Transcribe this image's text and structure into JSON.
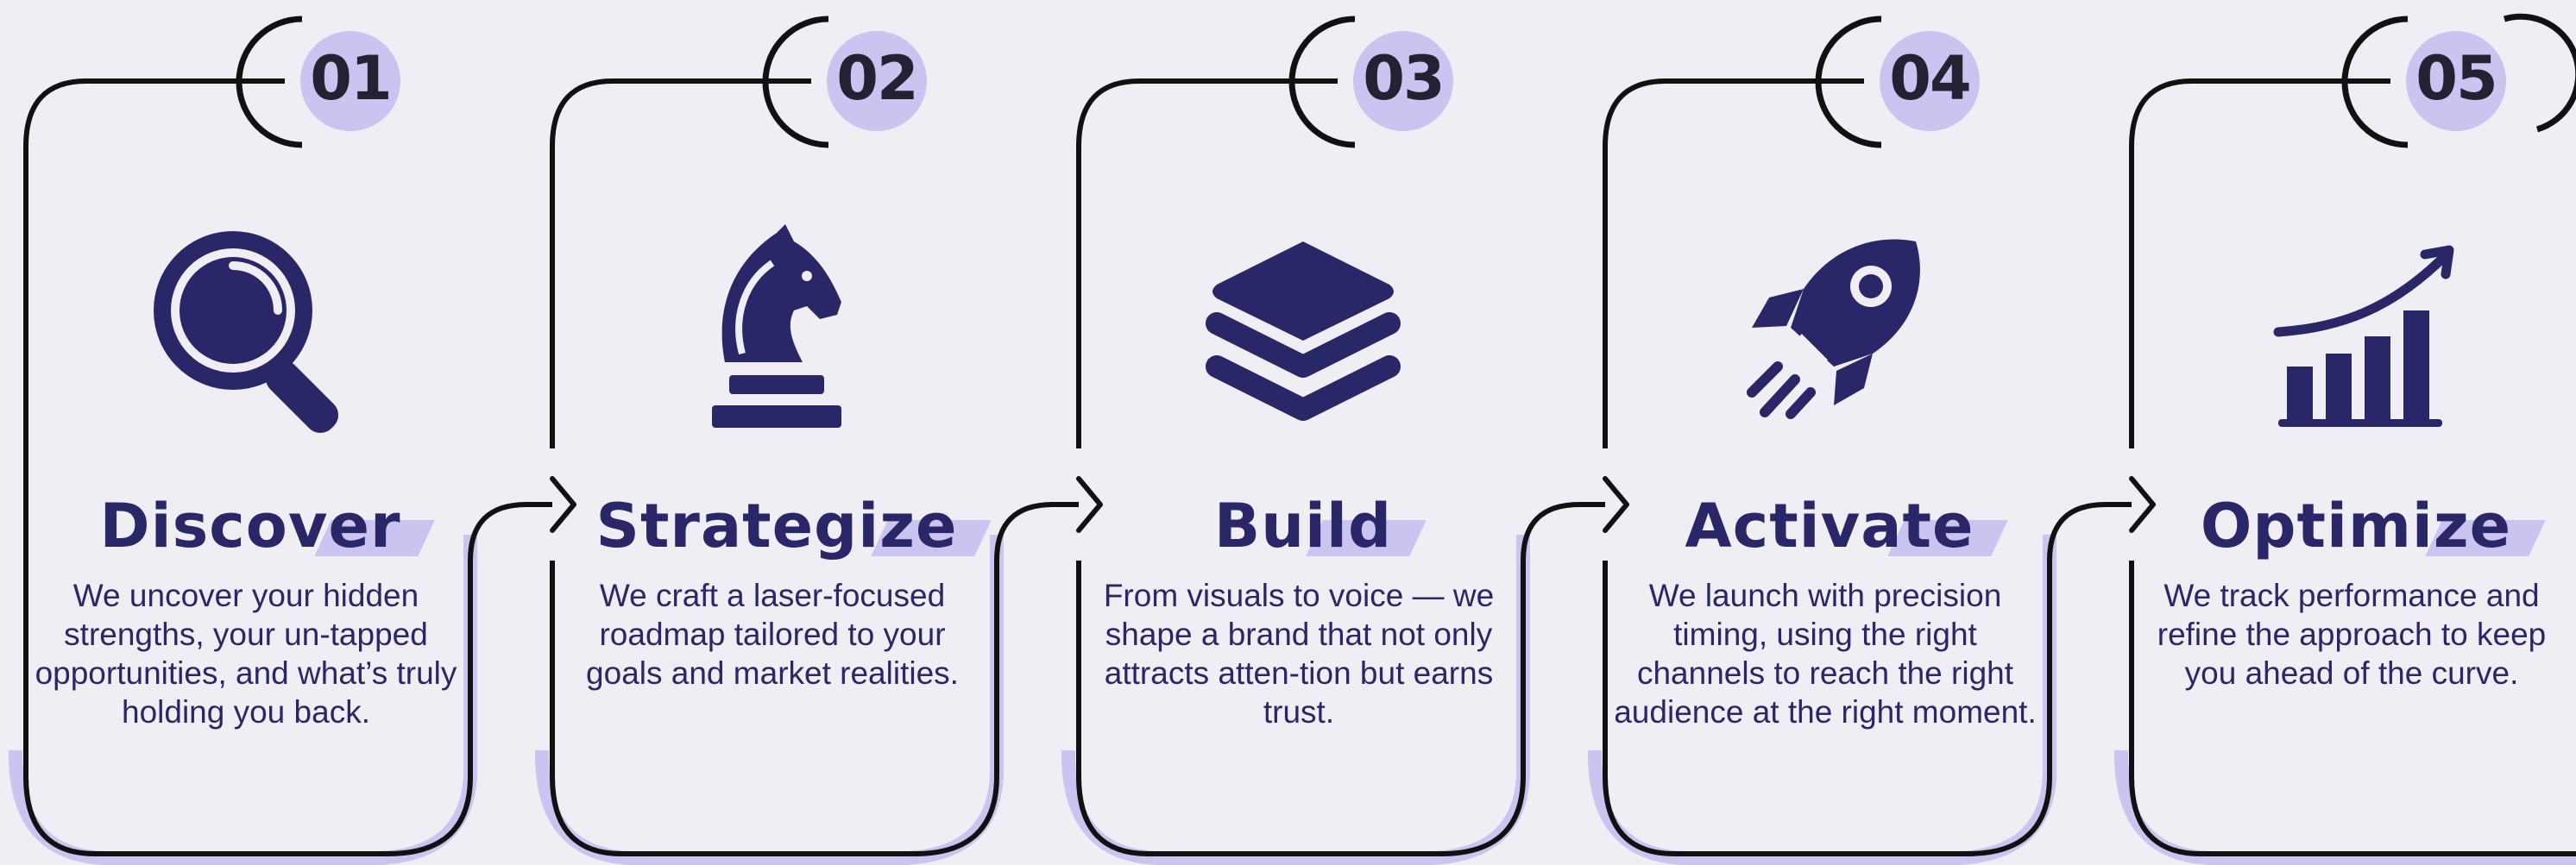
{
  "colors": {
    "background": "#f0eef5",
    "accent_navy": "#2a2768",
    "accent_lavender": "#c9c4f0",
    "line": "#111111"
  },
  "steps": [
    {
      "number": "01",
      "title": "Discover",
      "icon": "magnifying-glass-icon",
      "description": "We uncover your hidden strengths, your un-tapped opportunities, and what’s truly holding you back."
    },
    {
      "number": "02",
      "title": "Strategize",
      "icon": "chess-knight-icon",
      "description": "We craft a laser-focused roadmap tailored to your goals and market realities."
    },
    {
      "number": "03",
      "title": "Build",
      "icon": "layers-icon",
      "description": "From visuals to voice — we shape a brand that not only attracts atten-tion but earns trust."
    },
    {
      "number": "04",
      "title": "Activate",
      "icon": "rocket-icon",
      "description": "We launch with precision timing, using the right channels to reach the right audience at the right moment."
    },
    {
      "number": "05",
      "title": "Optimize",
      "icon": "growth-chart-icon",
      "description": "We track performance and refine the approach to keep you ahead of the curve."
    }
  ]
}
